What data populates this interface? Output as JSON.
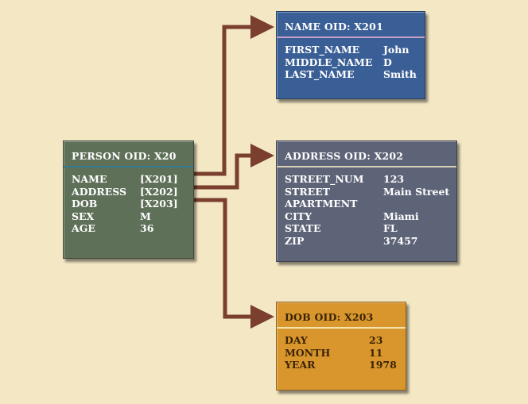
{
  "colors": {
    "background": "#f3e7c4",
    "arrow": "#7a3f2e",
    "person_box": "#5f7059",
    "name_box": "#3a5f96",
    "address_box": "#5e6478",
    "dob_box": "#d9962d"
  },
  "person": {
    "title": "PERSON OID: X20",
    "rows": [
      {
        "key": "NAME",
        "value": "[X201]"
      },
      {
        "key": "ADDRESS",
        "value": "[X202]"
      },
      {
        "key": "DOB",
        "value": "[X203]"
      },
      {
        "key": "SEX",
        "value": "M"
      },
      {
        "key": "AGE",
        "value": "36"
      }
    ]
  },
  "name": {
    "title": "NAME OID: X201",
    "rows": [
      {
        "key": "FIRST_NAME",
        "value": "John"
      },
      {
        "key": "MIDDLE_NAME",
        "value": "D"
      },
      {
        "key": "LAST_NAME",
        "value": "Smith"
      }
    ]
  },
  "address": {
    "title": "ADDRESS OID: X202",
    "rows": [
      {
        "key": "STREET_NUM",
        "value": "123"
      },
      {
        "key": "STREET",
        "value": "Main Street"
      },
      {
        "key": "APARTMENT",
        "value": ""
      },
      {
        "key": "CITY",
        "value": "Miami"
      },
      {
        "key": "STATE",
        "value": "FL"
      },
      {
        "key": "ZIP",
        "value": "37457"
      }
    ]
  },
  "dob": {
    "title": "DOB OID: X203",
    "rows": [
      {
        "key": "DAY",
        "value": "23"
      },
      {
        "key": "MONTH",
        "value": "11"
      },
      {
        "key": "YEAR",
        "value": "1978"
      }
    ]
  },
  "connectors": [
    {
      "from": "person.NAME",
      "to": "name"
    },
    {
      "from": "person.ADDRESS",
      "to": "address"
    },
    {
      "from": "person.DOB",
      "to": "dob"
    }
  ]
}
